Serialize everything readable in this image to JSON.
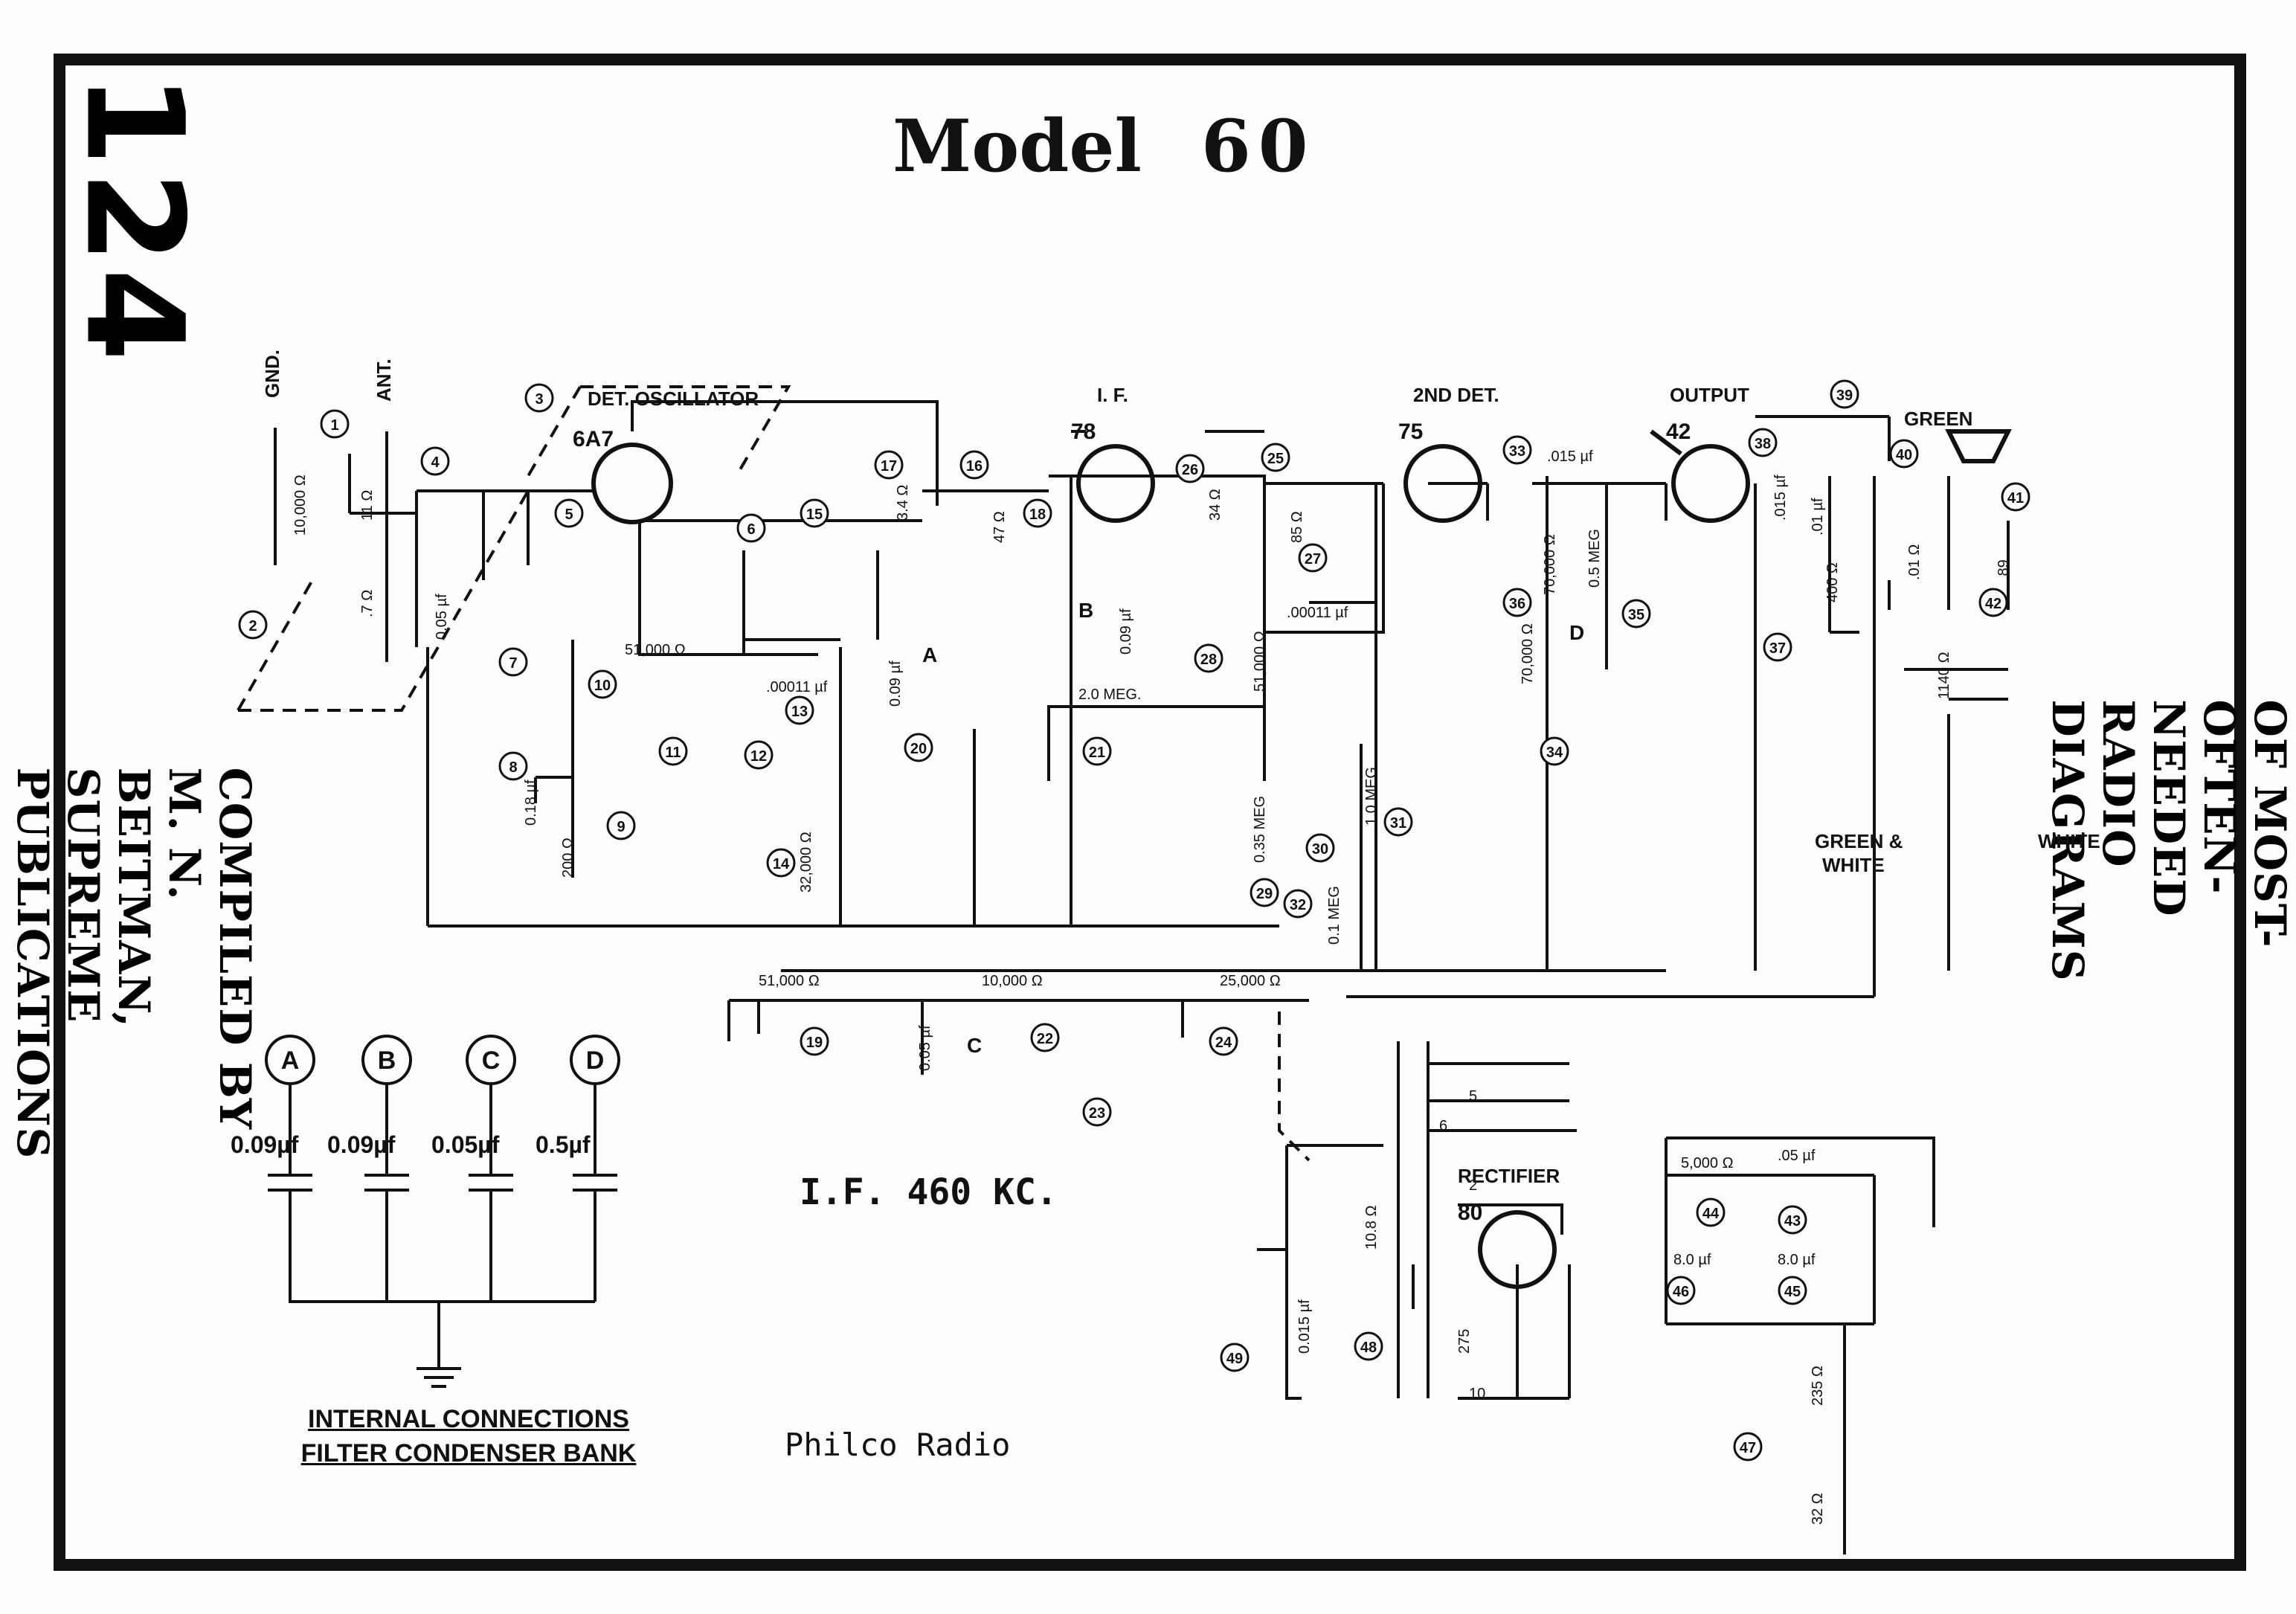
{
  "page_number": "124",
  "compiled_by": "COMPILED BY M. N. BEITMAN, SUPREME PUBLICATIONS",
  "series_title": "MANUAL OF MOST-OFTEN-NEEDED RADIO DIAGRAMS",
  "title": {
    "model_word": "Model",
    "model_number": "60"
  },
  "if_frequency": "I.F. 460 KC.",
  "manufacturer": "Philco Radio",
  "stage_labels": {
    "gnd": "GND.",
    "ant": "ANT.",
    "det_osc": "DET. OSCILLATOR",
    "if": "I. F.",
    "second_det": "2ND DET.",
    "output": "OUTPUT",
    "green": "GREEN",
    "rectifier": "RECTIFIER",
    "green_white": "GREEN &",
    "green_white2": "WHITE",
    "white": "WHITE"
  },
  "tubes": [
    "6A7",
    "78",
    "75",
    "42",
    "80"
  ],
  "component_values": {
    "r1": "10,000 Ω",
    "r10": "51,000 Ω",
    "r19": "51,000 Ω",
    "r22": "10,000 Ω",
    "r24": "25,000 Ω",
    "r21": "2.0 MEG.",
    "r14": "32,000 Ω",
    "r9": "200 Ω",
    "r31": "1.0 MEG",
    "r32": "0.1 MEG",
    "r29": "0.35 MEG",
    "r28": "51,000 Ω",
    "r36": "70,000 Ω",
    "r34": "70,000 Ω",
    "r35": "0.5 MEG",
    "r44": "5,000 Ω",
    "r47a": "235 Ω",
    "r47b": "32 Ω",
    "c8": "0.18 µf",
    "c7": "0.05 µf",
    "c20a": "0.09 µf",
    "c20b": "0.09 µf",
    "c20c": "0.05 µf",
    "c33": ".015 µf",
    "c43": ".05 µf",
    "c45": "8.0 µf",
    "c46": "8.0 µf",
    "c49": "0.015 µf",
    "c13": ".00011 µf",
    "c27": ".00011 µf",
    "c38": ".015 µf",
    "c39": ".01 µf",
    "coil400": "400 Ω",
    "coil01": ".01 Ω",
    "coil89": ".89",
    "coil1140": "1140 Ω",
    "coil34a": "3.4 Ω",
    "coil47": "47 Ω",
    "coil34b": "34 Ω",
    "coil85": "85 Ω",
    "coil7": ".7 Ω",
    "coil11": "11 Ω",
    "coil108": "10.8 Ω",
    "coil275": "275",
    "coil10": "10",
    "coil2": "2",
    "coil5": "5",
    "coil6": "6"
  },
  "callouts": [
    "1",
    "2",
    "3",
    "4",
    "5",
    "6",
    "7",
    "8",
    "9",
    "10",
    "11",
    "12",
    "13",
    "14",
    "15",
    "16",
    "17",
    "18",
    "19",
    "20",
    "21",
    "22",
    "23",
    "24",
    "25",
    "26",
    "27",
    "28",
    "29",
    "30",
    "31",
    "32",
    "33",
    "34",
    "35",
    "36",
    "37",
    "38",
    "39",
    "40",
    "41",
    "42",
    "43",
    "44",
    "45",
    "46",
    "47",
    "48",
    "49"
  ],
  "letter_taps": [
    "A",
    "B",
    "C",
    "D"
  ],
  "filter_bank": {
    "letters": [
      "A",
      "B",
      "C",
      "D"
    ],
    "values": [
      "0.09µf",
      "0.09µf",
      "0.05µf",
      "0.5µf"
    ],
    "caption_line1": "INTERNAL CONNECTIONS",
    "caption_line2": "FILTER CONDENSER BANK"
  }
}
